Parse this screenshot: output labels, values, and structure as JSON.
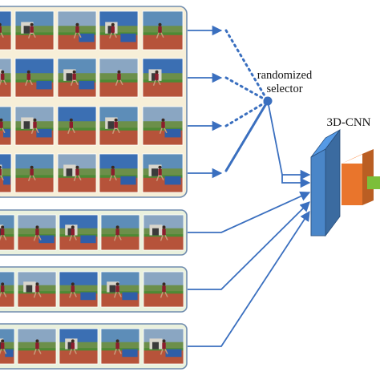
{
  "selector": {
    "label_line1": "randomized",
    "label_line2": "selector"
  },
  "network": {
    "label": "3D-CNN"
  },
  "colors": {
    "arrow": "#3a6fbf",
    "primary_panel_fill": "#f7efd8",
    "primary_panel_stroke": "#6f8cae",
    "secondary_panel_fill": "#eaf1dd",
    "secondary_panel_stroke": "#6f8cae",
    "cnn_blue": "#4a86c8",
    "cnn_orange": "#e9752c",
    "cnn_green": "#7cbf3a",
    "sky": "#3b6fb3",
    "grass": "#4d8a34",
    "track": "#b6533a"
  },
  "panels": {
    "primary": {
      "rows": 4,
      "frames_per_row": 5
    },
    "secondary": {
      "count": 3,
      "frames_per_row": 5
    }
  }
}
